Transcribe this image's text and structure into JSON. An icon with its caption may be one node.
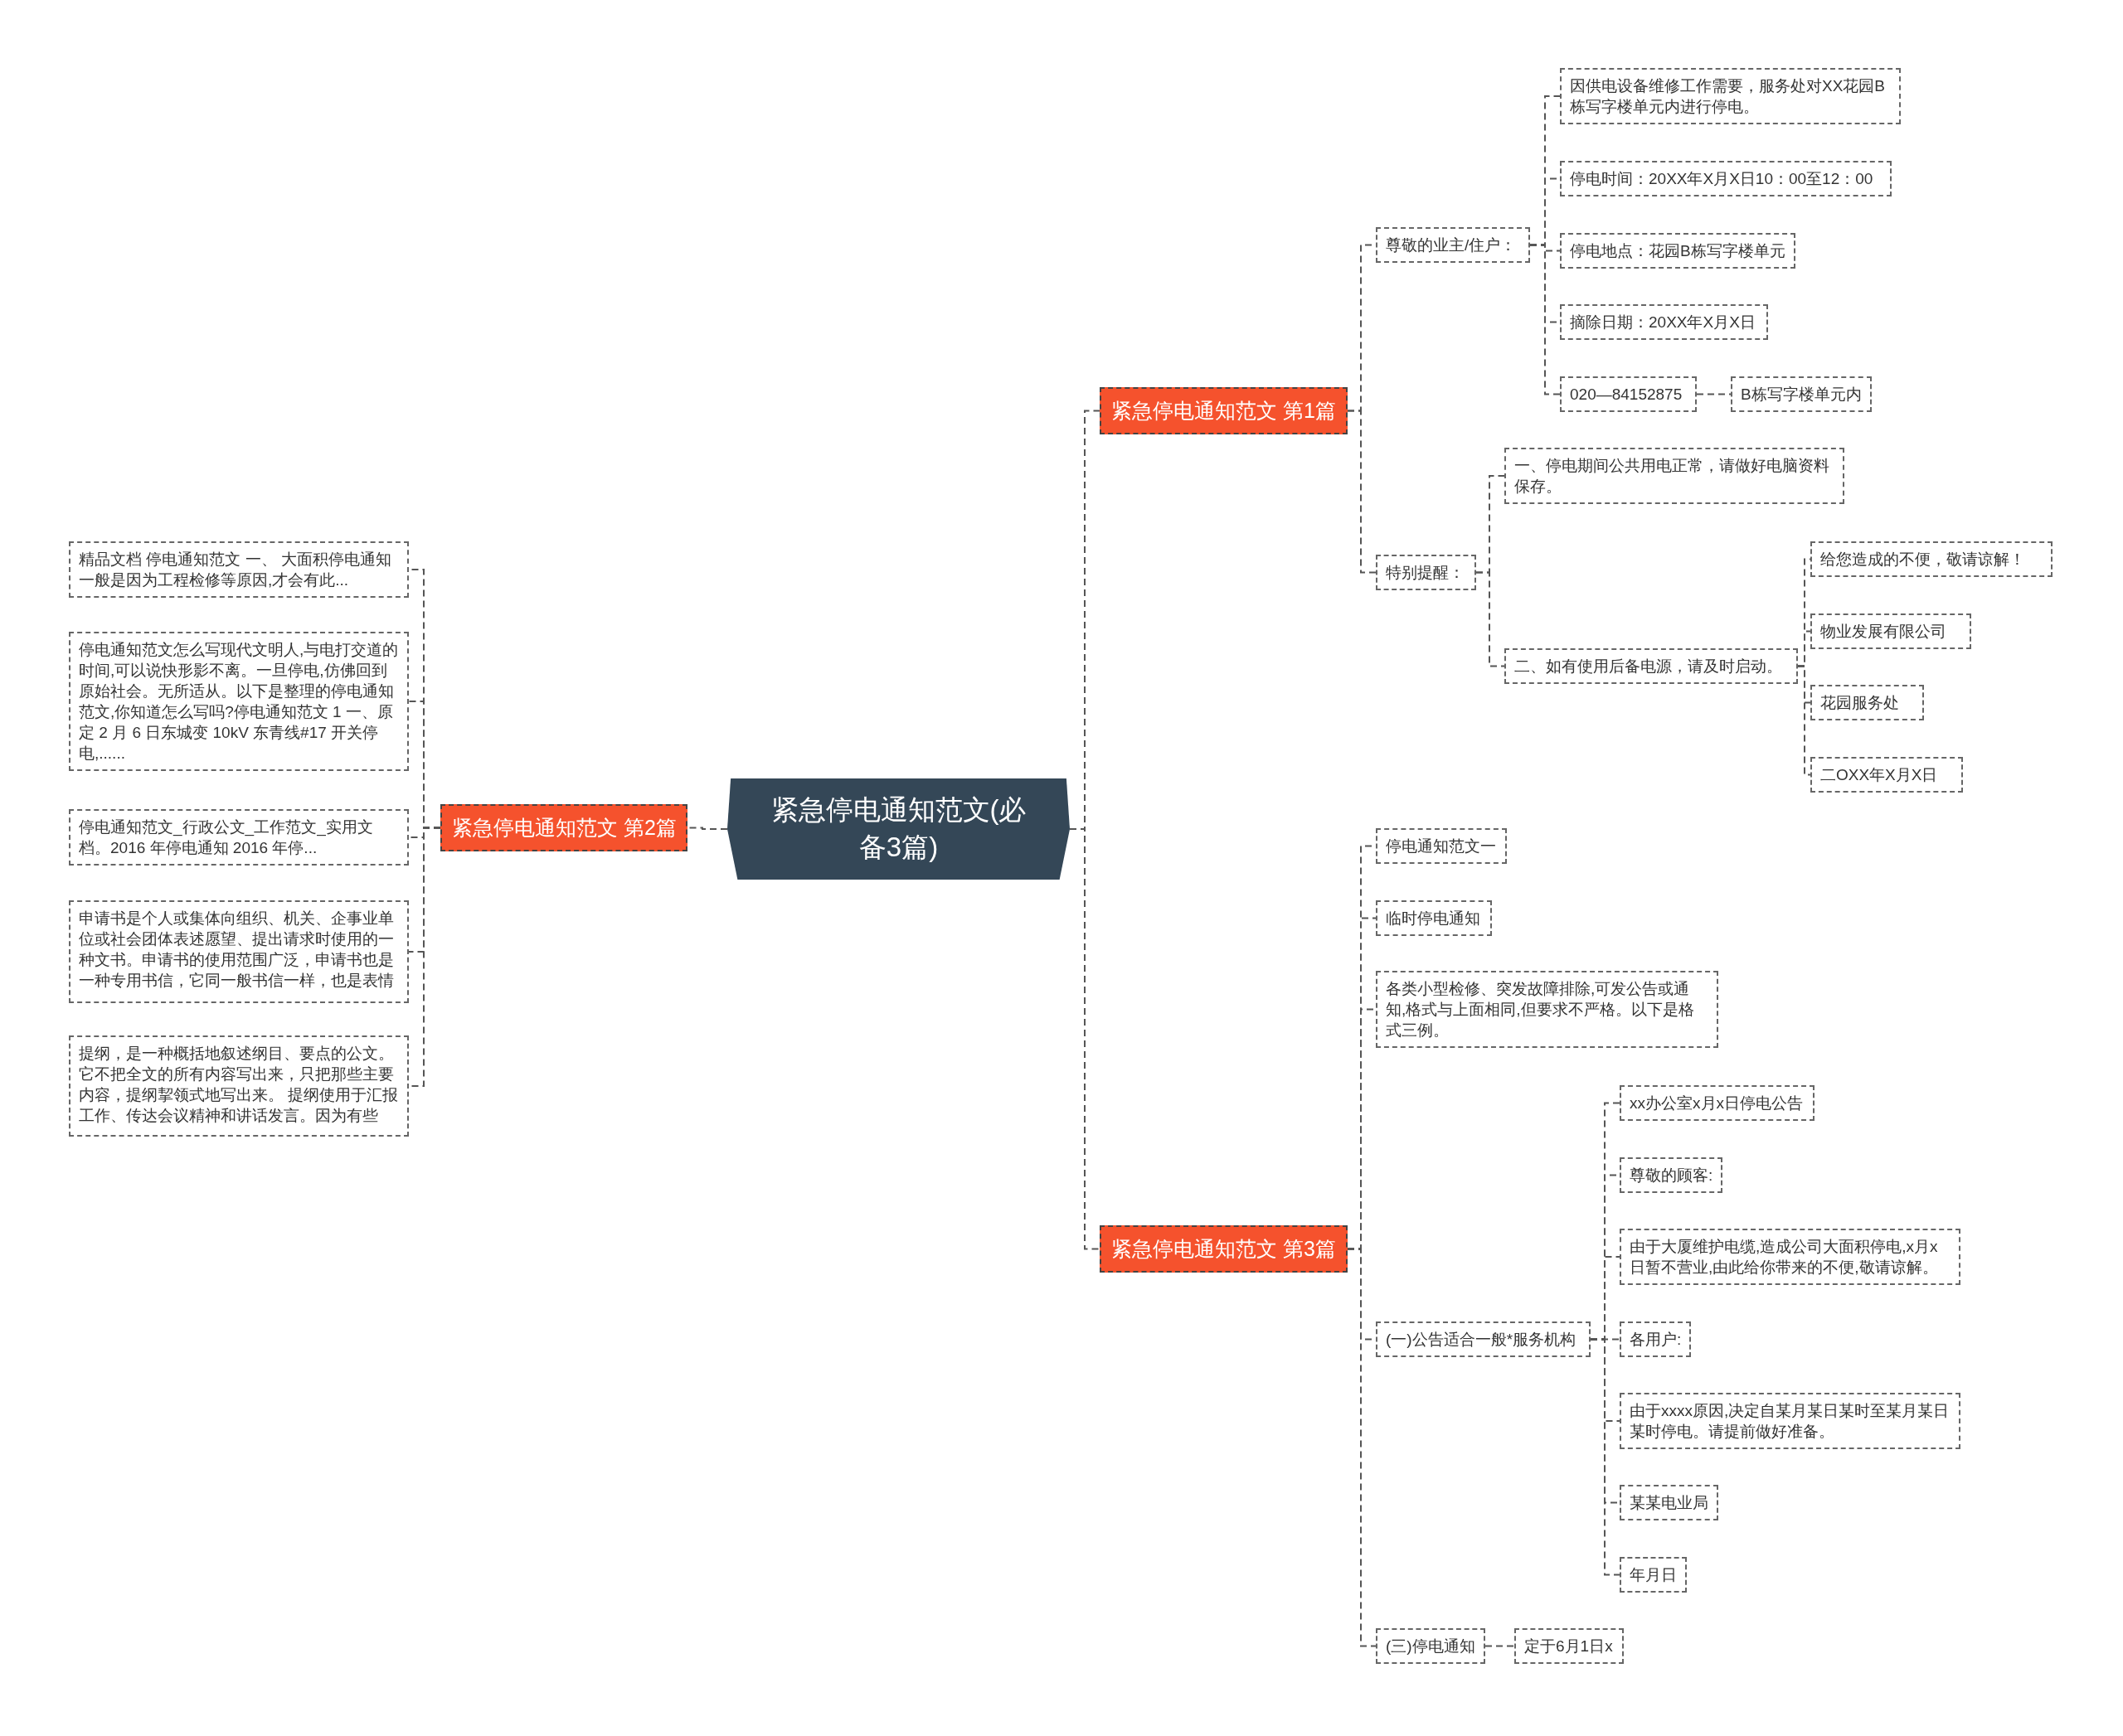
{
  "diagram": {
    "nodes": [
      {
        "text": [
          "紧急停电通知范文(必备3篇)"
        ]
      },
      {
        "text": [
          "紧急停电通知范文 第1篇"
        ]
      },
      {
        "text": [
          "尊敬的业主/住户："
        ]
      },
      {
        "text": [
          "因供电设备维修工作需要，服务处对XX花园B栋写字楼单元内进行停电。"
        ]
      },
      {
        "text": [
          "停电时间：20XX年X月X日10：00至12：00"
        ]
      },
      {
        "text": [
          "停电地点：花园B栋写字楼单元"
        ]
      },
      {
        "text": [
          "摘除日期：20XX年X月X日"
        ]
      },
      {
        "text": [
          "020—84152875"
        ]
      },
      {
        "text": [
          "B栋写字楼单元内"
        ]
      },
      {
        "text": [
          "特别提醒："
        ]
      },
      {
        "text": [
          "一、停电期间公共用电正常，请做好电脑资料保存。"
        ]
      },
      {
        "text": [
          "二、如有使用后备电源，请及时启动。"
        ]
      },
      {
        "text": [
          "给您造成的不便，敬请谅解！"
        ]
      },
      {
        "text": [
          "物业发展有限公司"
        ]
      },
      {
        "text": [
          "花园服务处"
        ]
      },
      {
        "text": [
          "二OXX年X月X日"
        ]
      },
      {
        "text": [
          "紧急停电通知范文 第3篇"
        ]
      },
      {
        "text": [
          "停电通知范文一"
        ]
      },
      {
        "text": [
          "临时停电通知"
        ]
      },
      {
        "text": [
          "各类小型检修、突发故障排除,可发公告或通知,格式与上面相同,但要求不严格。以下是格式三例。"
        ]
      },
      {
        "text": [
          "(一)公告适合一般*服务机构"
        ]
      },
      {
        "text": [
          "xx办公室x月x日停电公告"
        ]
      },
      {
        "text": [
          "尊敬的顾客:"
        ]
      },
      {
        "text": [
          "由于大厦维护电缆,造成公司大面积停电,x月x日暂不营业,由此给你带来的不便,敬请谅解。"
        ]
      },
      {
        "text": [
          "各用户:"
        ]
      },
      {
        "text": [
          "由于xxxx原因,决定自某月某日某时至某月某日某时停电。请提前做好准备。"
        ]
      },
      {
        "text": [
          "某某电业局"
        ]
      },
      {
        "text": [
          "年月日"
        ]
      },
      {
        "text": [
          "(三)停电通知"
        ]
      },
      {
        "text": [
          "定于6月1日x"
        ]
      },
      {
        "text": [
          "紧急停电通知范文 第2篇"
        ]
      },
      {
        "text": [
          "精品文档 停电通知范文 一、 大面积停电通知一般是因为工程检修等原因,才会有此..."
        ]
      },
      {
        "text": [
          "停电通知范文怎么写现代文明人,与电打交道的时间,可以说快形影不离。一旦停电,仿佛回到原始社会。无所适从。以下是整理的停电通知范文,你知道怎么写吗?停电通知范文 1 一、原定 2 月 6 日东城变 10kV 东青线#17 开关停电,......"
        ]
      },
      {
        "text": [
          "停电通知范文_行政公文_工作范文_实用文档。2016 年停电通知 2016 年停..."
        ]
      },
      {
        "text": [
          "申请书是个人或集体向组织、机关、企事业单位或社会团体表述愿望、提出请求时使用的一种文书。申请书的使用范围广泛，申请书也是一种专用书信，它同一般书信一样，也是表情"
        ]
      },
      {
        "text": [
          "提纲，是一种概括地叙述纲目、要点的公文。它不把全文的所有内容写出来，只把那些主要内容，提纲挈领式地写出来。 提纲使用于汇报工作、传达会议精神和讲话发言。因为有些"
        ]
      }
    ],
    "edges": [
      {
        "from": 0,
        "to": 1,
        "arrow": "none"
      },
      {
        "from": 1,
        "to": 2,
        "arrow": "none"
      },
      {
        "from": 2,
        "to": 3,
        "arrow": "none"
      },
      {
        "from": 2,
        "to": 4,
        "arrow": "none"
      },
      {
        "from": 2,
        "to": 5,
        "arrow": "none"
      },
      {
        "from": 2,
        "to": 6,
        "arrow": "none"
      },
      {
        "from": 2,
        "to": 7,
        "arrow": "none"
      },
      {
        "from": 7,
        "to": 8,
        "arrow": "none"
      },
      {
        "from": 1,
        "to": 9,
        "arrow": "none"
      },
      {
        "from": 9,
        "to": 10,
        "arrow": "none"
      },
      {
        "from": 9,
        "to": 11,
        "arrow": "none"
      },
      {
        "from": 11,
        "to": 12,
        "arrow": "none"
      },
      {
        "from": 11,
        "to": 13,
        "arrow": "none"
      },
      {
        "from": 11,
        "to": 14,
        "arrow": "none"
      },
      {
        "from": 11,
        "to": 15,
        "arrow": "none"
      },
      {
        "from": 0,
        "to": 16,
        "arrow": "none"
      },
      {
        "from": 16,
        "to": 17,
        "arrow": "none"
      },
      {
        "from": 16,
        "to": 18,
        "arrow": "none"
      },
      {
        "from": 16,
        "to": 19,
        "arrow": "none"
      },
      {
        "from": 16,
        "to": 20,
        "arrow": "none"
      },
      {
        "from": 20,
        "to": 21,
        "arrow": "none"
      },
      {
        "from": 20,
        "to": 22,
        "arrow": "none"
      },
      {
        "from": 20,
        "to": 23,
        "arrow": "none"
      },
      {
        "from": 20,
        "to": 24,
        "arrow": "none"
      },
      {
        "from": 20,
        "to": 25,
        "arrow": "none"
      },
      {
        "from": 20,
        "to": 26,
        "arrow": "none"
      },
      {
        "from": 20,
        "to": 27,
        "arrow": "none"
      },
      {
        "from": 16,
        "to": 28,
        "arrow": "none"
      },
      {
        "from": 28,
        "to": 29,
        "arrow": "none"
      },
      {
        "from": 0,
        "to": 30,
        "arrow": "none"
      },
      {
        "from": 30,
        "to": 31,
        "arrow": "none"
      },
      {
        "from": 30,
        "to": 32,
        "arrow": "none"
      },
      {
        "from": 30,
        "to": 33,
        "arrow": "none"
      },
      {
        "from": 30,
        "to": 34,
        "arrow": "none"
      },
      {
        "from": 30,
        "to": 35,
        "arrow": "none"
      }
    ]
  }
}
